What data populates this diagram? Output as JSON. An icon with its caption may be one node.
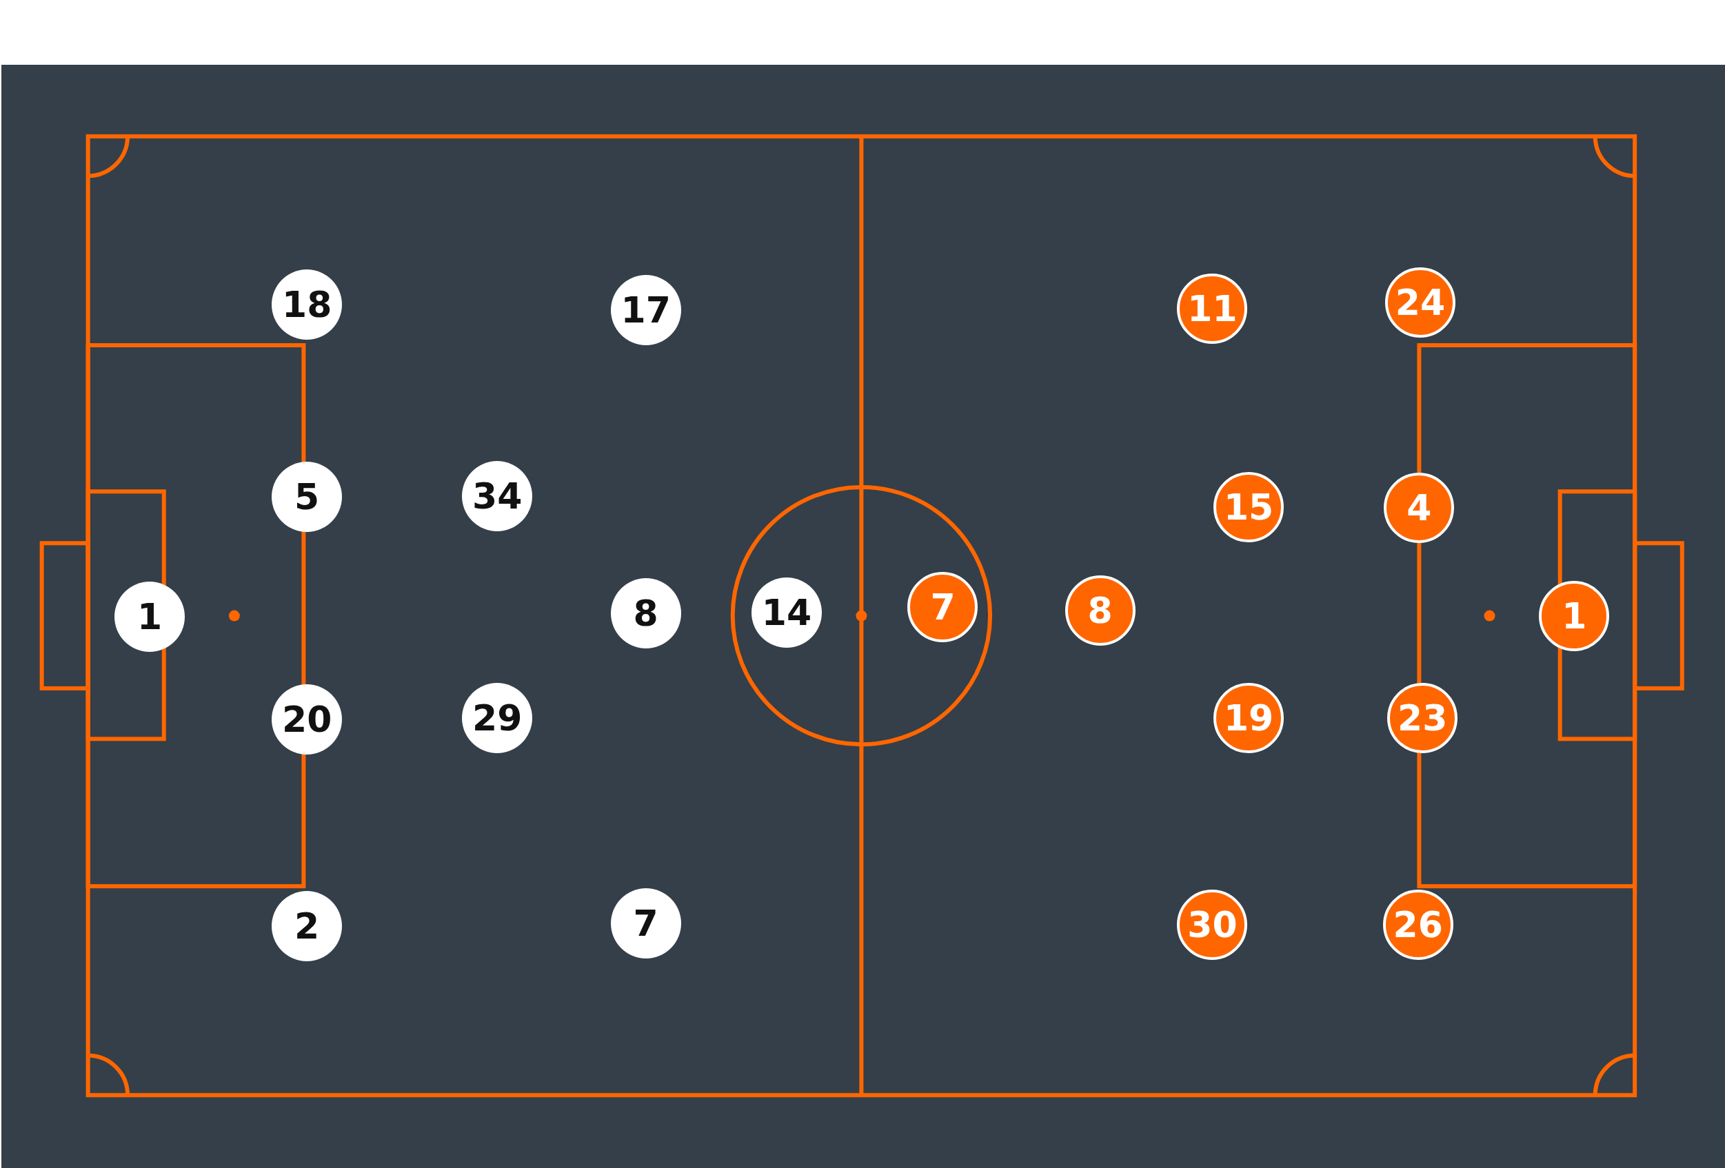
{
  "diagram": {
    "nodes": [
      {
        "text": [
          "18"
        ]
      },
      {
        "text": [
          "17"
        ]
      },
      {
        "text": [
          "5"
        ]
      },
      {
        "text": [
          "34"
        ]
      },
      {
        "text": [
          "1"
        ]
      },
      {
        "text": [
          "8"
        ]
      },
      {
        "text": [
          "14"
        ]
      },
      {
        "text": [
          "20"
        ]
      },
      {
        "text": [
          "29"
        ]
      },
      {
        "text": [
          "2"
        ]
      },
      {
        "text": [
          "7"
        ]
      },
      {
        "text": [
          "11"
        ]
      },
      {
        "text": [
          "24"
        ]
      },
      {
        "text": [
          "15"
        ]
      },
      {
        "text": [
          "4"
        ]
      },
      {
        "text": [
          "7"
        ]
      },
      {
        "text": [
          "8"
        ]
      },
      {
        "text": [
          "1"
        ]
      },
      {
        "text": [
          "19"
        ]
      },
      {
        "text": [
          "23"
        ]
      },
      {
        "text": [
          "30"
        ]
      },
      {
        "text": [
          "26"
        ]
      }
    ]
  }
}
